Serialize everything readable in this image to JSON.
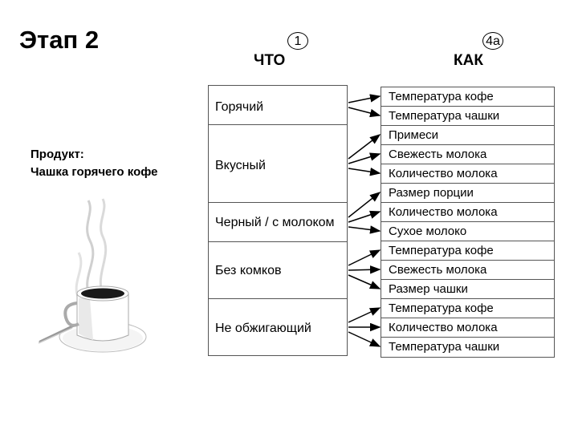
{
  "stage": {
    "title": "Этап 2"
  },
  "columns": {
    "what": {
      "badge": "1",
      "title": "ЧТО"
    },
    "how": {
      "badge": "4а",
      "title": "КАК"
    }
  },
  "product": {
    "label": "Продукт:",
    "name": "Чашка горячего кофе"
  },
  "what_items": [
    {
      "label": "Горячий"
    },
    {
      "label": "Вкусный"
    },
    {
      "label": "Черный / с молоком"
    },
    {
      "label": "Без комков"
    },
    {
      "label": "Не обжигающий"
    }
  ],
  "how_items": [
    "Температура кофе",
    "Температура чашки",
    "Примеси",
    "Свежесть молока",
    "Количество молока",
    "Размер порции",
    "Количество молока",
    "Сухое молоко",
    "Температура кофе",
    "Свежесть молока",
    "Размер чашки",
    "Температура кофе",
    "Количество молока",
    "Температура чашки"
  ],
  "links": [
    {
      "from": 0,
      "to": [
        0,
        1
      ]
    },
    {
      "from": 1,
      "to": [
        2,
        3,
        4
      ]
    },
    {
      "from": 2,
      "to": [
        5,
        6,
        7
      ]
    },
    {
      "from": 3,
      "to": [
        8,
        9,
        10
      ]
    },
    {
      "from": 4,
      "to": [
        11,
        12,
        13
      ]
    }
  ],
  "colors": {
    "line": "#000000",
    "border": "#555555",
    "cup": "#ffffff",
    "coffee": "#1a1a1a",
    "steam": "#cccccc"
  },
  "icons": {
    "illustration": "coffee-cup-icon"
  }
}
